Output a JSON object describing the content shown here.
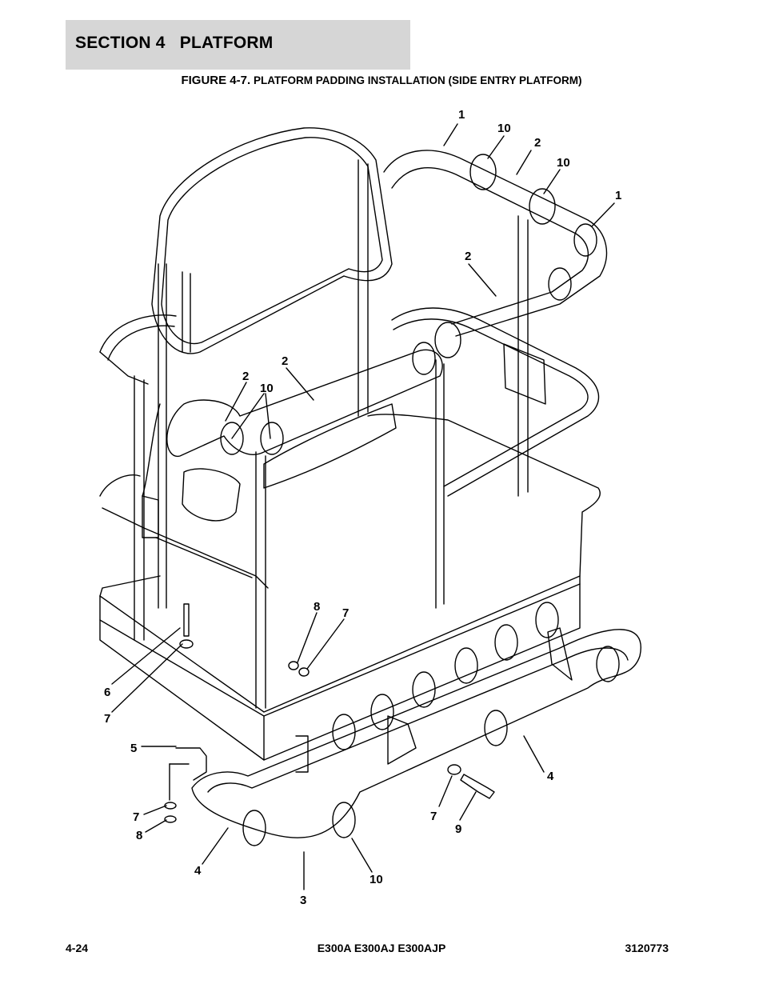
{
  "header": {
    "section_title": "SECTION 4   PLATFORM"
  },
  "figure": {
    "label": "FIGURE 4-7.",
    "title": "PLATFORM PADDING INSTALLATION (SIDE ENTRY PLATFORM)",
    "callouts": [
      "1",
      "10",
      "2",
      "10",
      "1",
      "2",
      "2",
      "2",
      "10",
      "8",
      "7",
      "6",
      "7",
      "5",
      "4",
      "7",
      "8",
      "4",
      "7",
      "9",
      "10",
      "3"
    ]
  },
  "footer": {
    "page_number": "4-24",
    "models": "E300A E300AJ E300AJP",
    "doc_number": "3120773"
  }
}
